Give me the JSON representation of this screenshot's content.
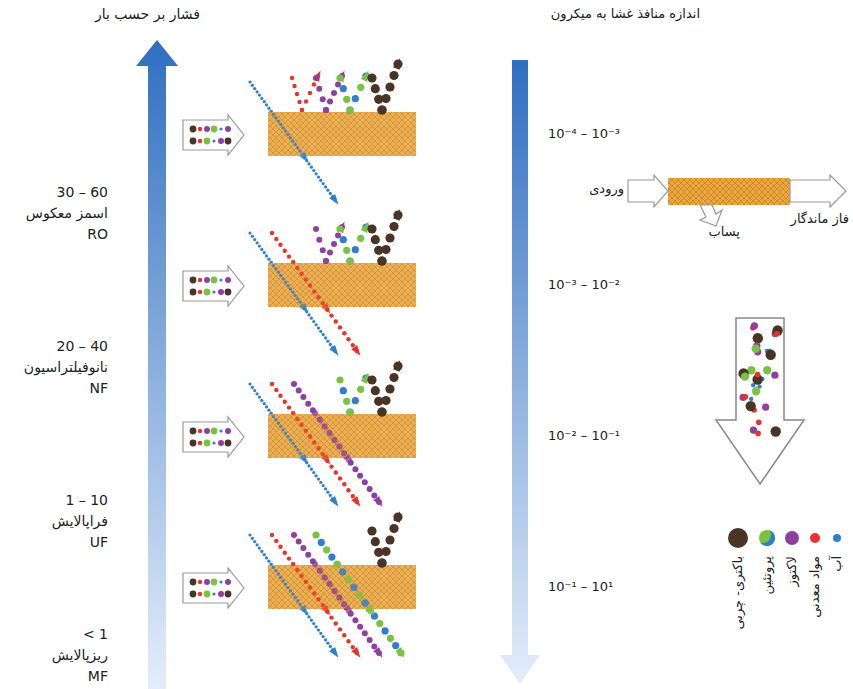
{
  "diagram": {
    "labels": [
      "فشار بر حسب بار",
      "30 – 60",
      "اسمز معکوس",
      "RO",
      "20 – 40",
      "نانوفیلتراسیون",
      "NF",
      "1 – 10",
      "فراپالایش",
      "UF",
      "< 1",
      "ریزپالایش",
      "MF",
      "اندازه منافذ غشا به میکرون",
      "10⁻⁴ – 10⁻³",
      "10⁻³ – 10⁻²",
      "10⁻² – 10⁻¹",
      "10⁻¹ – 10¹",
      "ورودی",
      "فاز ماندگار",
      "پساب"
    ],
    "legend": [
      {
        "text": "باکتری- چربی",
        "color": "#4a3426"
      },
      {
        "text": "پروتئین",
        "color": "#7cc242"
      },
      {
        "text": "لاکتوز",
        "color": "#8e3fa0"
      },
      {
        "text": "مواد معدنی",
        "color": "#e8332a"
      },
      {
        "text": "آب",
        "color": "#2f7fd1"
      }
    ]
  }
}
